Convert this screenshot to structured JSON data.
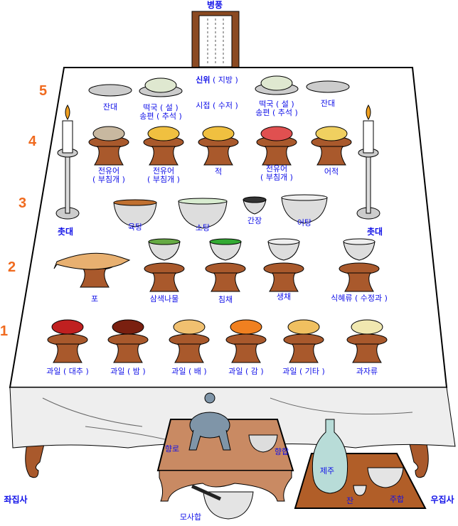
{
  "title": "병풍",
  "row_numbers": [
    "5",
    "4",
    "3",
    "2",
    "1"
  ],
  "row5": {
    "left_cup": "잔대",
    "left_rice_cake": [
      "떡국 ( 설 )",
      "송편 ( 추석 )"
    ],
    "spirit_tablet": "신위",
    "spirit_tablet_sub": "( 지방 )",
    "spoon": "시접 ( 수저 )",
    "right_rice_cake": [
      "떡국 ( 설 )",
      "송편 ( 추석 )"
    ],
    "right_cup": "잔대"
  },
  "row4": {
    "items": [
      [
        "전유어",
        "( 부침개 )"
      ],
      [
        "전유어",
        "( 부침개 )"
      ],
      [
        "적"
      ],
      [
        "전유어",
        "( 부침개 )"
      ],
      [
        "어적"
      ]
    ]
  },
  "candles": {
    "left": "촛대",
    "right": "촛대"
  },
  "row3": {
    "items": [
      "육탕",
      "소탕",
      "간장",
      "어탕"
    ]
  },
  "row2": {
    "items": [
      "포",
      "삼색나물",
      "침채",
      "생채",
      "식혜류 ( 수정과 )"
    ]
  },
  "row1": {
    "items": [
      "과일 ( 대추 )",
      "과일 ( 밤 )",
      "과일 ( 배 )",
      "과일 ( 감 )",
      "과일 ( 기타 )",
      "과자류"
    ]
  },
  "bottom": {
    "incense_burner": "향로",
    "incense_box": "향합",
    "wine_bottle": "제주",
    "cup": "잔",
    "wine_bowl": "주합",
    "left_assistant": "좌집사",
    "right_assistant": "우집사",
    "sand_bowl": "모사합"
  },
  "colors": {
    "label": "#1010e8",
    "row_number": "#f06a1e",
    "wood": "#a9592c",
    "cloth": "#f2f2f2"
  }
}
